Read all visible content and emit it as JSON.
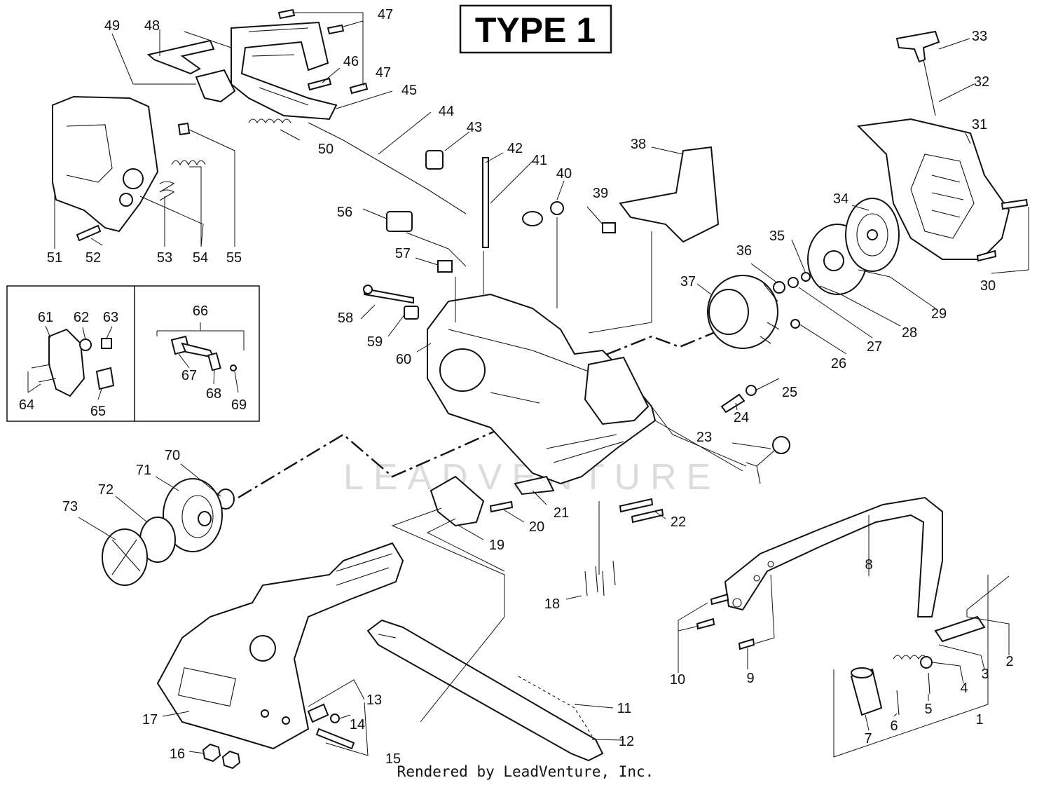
{
  "title": "TYPE 1",
  "watermark": "LEADVENTURE",
  "footer": "Rendered by LeadVenture, Inc.",
  "callouts": [
    {
      "id": "c1",
      "label": "1"
    },
    {
      "id": "c2",
      "label": "2"
    },
    {
      "id": "c3",
      "label": "3"
    },
    {
      "id": "c4",
      "label": "4"
    },
    {
      "id": "c5",
      "label": "5"
    },
    {
      "id": "c6",
      "label": "6"
    },
    {
      "id": "c7",
      "label": "7"
    },
    {
      "id": "c8",
      "label": "8"
    },
    {
      "id": "c9",
      "label": "9"
    },
    {
      "id": "c10",
      "label": "10"
    },
    {
      "id": "c11",
      "label": "11"
    },
    {
      "id": "c12",
      "label": "12"
    },
    {
      "id": "c13",
      "label": "13"
    },
    {
      "id": "c14",
      "label": "14"
    },
    {
      "id": "c15",
      "label": "15"
    },
    {
      "id": "c16",
      "label": "16"
    },
    {
      "id": "c17",
      "label": "17"
    },
    {
      "id": "c18",
      "label": "18"
    },
    {
      "id": "c19",
      "label": "19"
    },
    {
      "id": "c20",
      "label": "20"
    },
    {
      "id": "c21",
      "label": "21"
    },
    {
      "id": "c22",
      "label": "22"
    },
    {
      "id": "c23",
      "label": "23"
    },
    {
      "id": "c24",
      "label": "24"
    },
    {
      "id": "c25",
      "label": "25"
    },
    {
      "id": "c26",
      "label": "26"
    },
    {
      "id": "c27",
      "label": "27"
    },
    {
      "id": "c28",
      "label": "28"
    },
    {
      "id": "c29",
      "label": "29"
    },
    {
      "id": "c30",
      "label": "30"
    },
    {
      "id": "c31",
      "label": "31"
    },
    {
      "id": "c32",
      "label": "32"
    },
    {
      "id": "c33",
      "label": "33"
    },
    {
      "id": "c34",
      "label": "34"
    },
    {
      "id": "c35",
      "label": "35"
    },
    {
      "id": "c36",
      "label": "36"
    },
    {
      "id": "c37",
      "label": "37"
    },
    {
      "id": "c38",
      "label": "38"
    },
    {
      "id": "c39",
      "label": "39"
    },
    {
      "id": "c40",
      "label": "40"
    },
    {
      "id": "c41",
      "label": "41"
    },
    {
      "id": "c42",
      "label": "42"
    },
    {
      "id": "c43",
      "label": "43"
    },
    {
      "id": "c44",
      "label": "44"
    },
    {
      "id": "c45",
      "label": "45"
    },
    {
      "id": "c46",
      "label": "46"
    },
    {
      "id": "c47a",
      "label": "47"
    },
    {
      "id": "c47b",
      "label": "47"
    },
    {
      "id": "c48",
      "label": "48"
    },
    {
      "id": "c49",
      "label": "49"
    },
    {
      "id": "c50",
      "label": "50"
    },
    {
      "id": "c51",
      "label": "51"
    },
    {
      "id": "c52",
      "label": "52"
    },
    {
      "id": "c53",
      "label": "53"
    },
    {
      "id": "c54",
      "label": "54"
    },
    {
      "id": "c55",
      "label": "55"
    },
    {
      "id": "c56",
      "label": "56"
    },
    {
      "id": "c57",
      "label": "57"
    },
    {
      "id": "c58",
      "label": "58"
    },
    {
      "id": "c59",
      "label": "59"
    },
    {
      "id": "c60",
      "label": "60"
    },
    {
      "id": "c61",
      "label": "61"
    },
    {
      "id": "c62",
      "label": "62"
    },
    {
      "id": "c63",
      "label": "63"
    },
    {
      "id": "c64",
      "label": "64"
    },
    {
      "id": "c65",
      "label": "65"
    },
    {
      "id": "c66",
      "label": "66"
    },
    {
      "id": "c67",
      "label": "67"
    },
    {
      "id": "c68",
      "label": "68"
    },
    {
      "id": "c69",
      "label": "69"
    },
    {
      "id": "c70",
      "label": "70"
    },
    {
      "id": "c71",
      "label": "71"
    },
    {
      "id": "c72",
      "label": "72"
    },
    {
      "id": "c73",
      "label": "73"
    }
  ]
}
